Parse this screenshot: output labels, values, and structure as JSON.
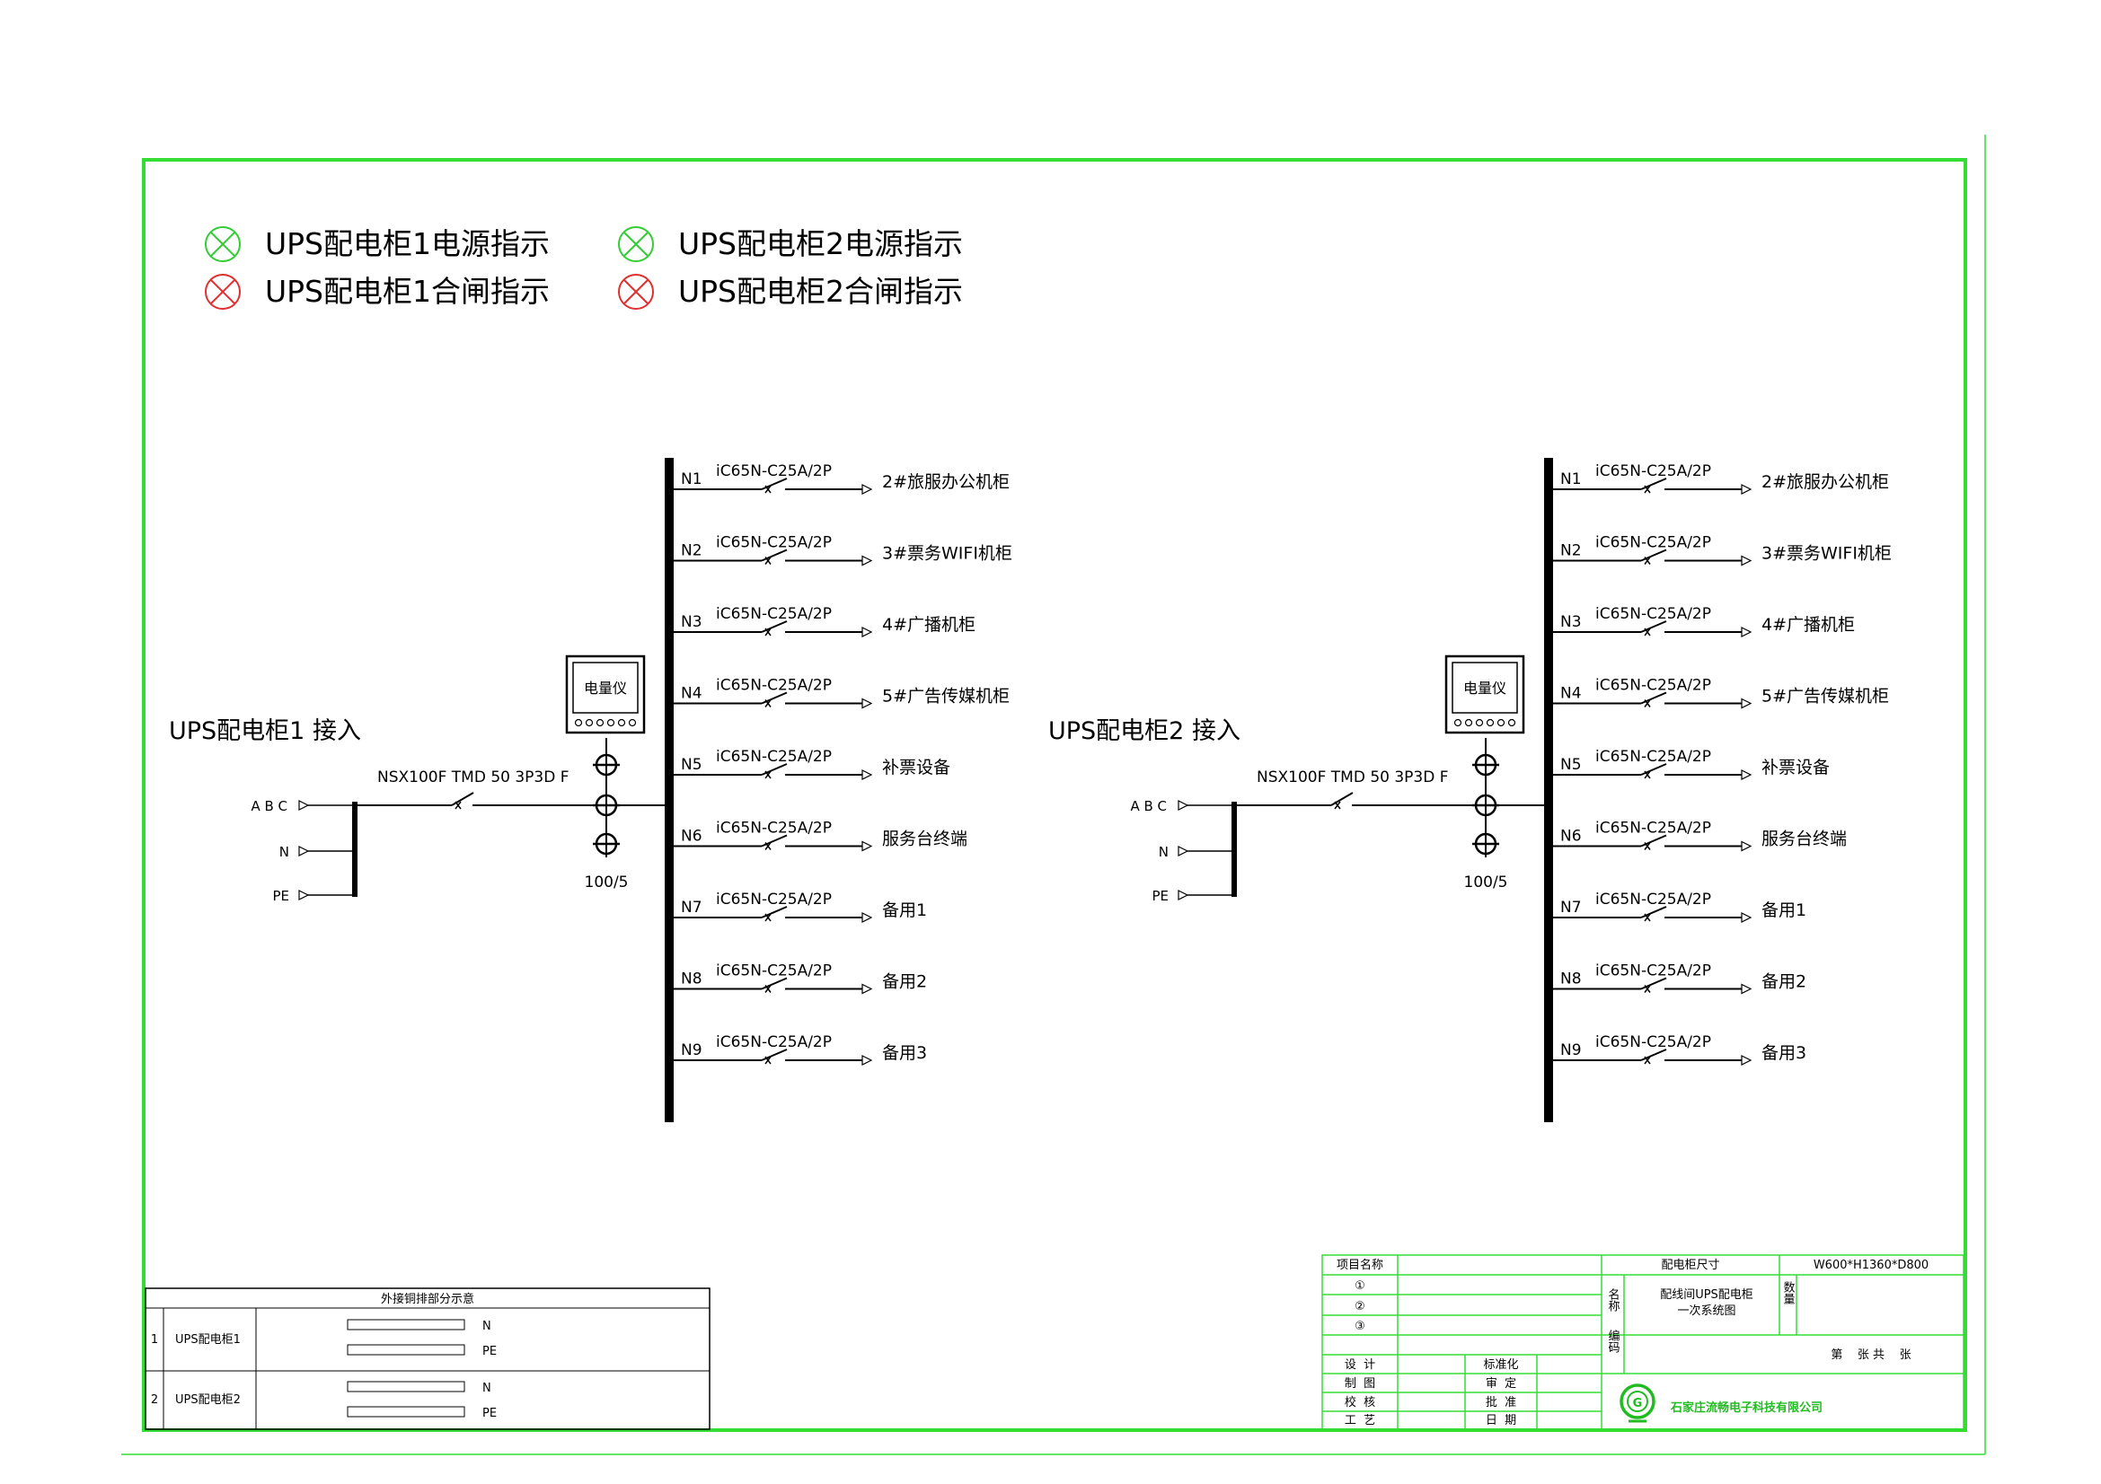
{
  "indicators": [
    {
      "label": "UPS配电柜1电源指示",
      "color": "#33cc33"
    },
    {
      "label": "UPS配电柜1合闸指示",
      "color": "#e03030"
    },
    {
      "label": "UPS配电柜2电源指示",
      "color": "#33cc33"
    },
    {
      "label": "UPS配电柜2合闸指示",
      "color": "#e03030"
    }
  ],
  "cabinets": [
    {
      "title": "UPS配电柜1 接入",
      "main_breaker": "NSX100F TMD 50 3P3D F",
      "meter_label": "电量仪",
      "ct_ratio": "100/5",
      "inputs": [
        "A B C",
        "N",
        "PE"
      ],
      "circuits": [
        {
          "id": "N1",
          "breaker": "iC65N-C25A/2P",
          "load": "2#旅服办公机柜"
        },
        {
          "id": "N2",
          "breaker": "iC65N-C25A/2P",
          "load": "3#票务WIFI机柜"
        },
        {
          "id": "N3",
          "breaker": "iC65N-C25A/2P",
          "load": "4#广播机柜"
        },
        {
          "id": "N4",
          "breaker": "iC65N-C25A/2P",
          "load": "5#广告传媒机柜"
        },
        {
          "id": "N5",
          "breaker": "iC65N-C25A/2P",
          "load": "补票设备"
        },
        {
          "id": "N6",
          "breaker": "iC65N-C25A/2P",
          "load": "服务台终端"
        },
        {
          "id": "N7",
          "breaker": "iC65N-C25A/2P",
          "load": "备用1"
        },
        {
          "id": "N8",
          "breaker": "iC65N-C25A/2P",
          "load": "备用2"
        },
        {
          "id": "N9",
          "breaker": "iC65N-C25A/2P",
          "load": "备用3"
        }
      ]
    },
    {
      "title": "UPS配电柜2 接入",
      "main_breaker": "NSX100F TMD 50 3P3D F",
      "meter_label": "电量仪",
      "ct_ratio": "100/5",
      "inputs": [
        "A B C",
        "N",
        "PE"
      ],
      "circuits": [
        {
          "id": "N1",
          "breaker": "iC65N-C25A/2P",
          "load": "2#旅服办公机柜"
        },
        {
          "id": "N2",
          "breaker": "iC65N-C25A/2P",
          "load": "3#票务WIFI机柜"
        },
        {
          "id": "N3",
          "breaker": "iC65N-C25A/2P",
          "load": "4#广播机柜"
        },
        {
          "id": "N4",
          "breaker": "iC65N-C25A/2P",
          "load": "5#广告传媒机柜"
        },
        {
          "id": "N5",
          "breaker": "iC65N-C25A/2P",
          "load": "补票设备"
        },
        {
          "id": "N6",
          "breaker": "iC65N-C25A/2P",
          "load": "服务台终端"
        },
        {
          "id": "N7",
          "breaker": "iC65N-C25A/2P",
          "load": "备用1"
        },
        {
          "id": "N8",
          "breaker": "iC65N-C25A/2P",
          "load": "备用2"
        },
        {
          "id": "N9",
          "breaker": "iC65N-C25A/2P",
          "load": "备用3"
        }
      ]
    }
  ],
  "busbar_table": {
    "title": "外接铜排部分示意",
    "rows": [
      {
        "num": "1",
        "name": "UPS配电柜1",
        "bars": [
          "N",
          "PE"
        ]
      },
      {
        "num": "2",
        "name": "UPS配电柜2",
        "bars": [
          "N",
          "PE"
        ]
      }
    ]
  },
  "title_block": {
    "project_label": "项目名称",
    "circles": [
      "①",
      "②",
      "③"
    ],
    "size_label": "配电柜尺寸",
    "size_value": "W600*H1360*D800",
    "name_label": "名称",
    "name_value_line1": "配线间UPS配电柜",
    "name_value_line2": "一次系统图",
    "qty_label": "数量",
    "code_label": "编码",
    "sheet_text": "第    张 共    张",
    "roles_left": [
      "设  计",
      "制  图",
      "校  核",
      "工  艺"
    ],
    "roles_right": [
      "标准化",
      "审  定",
      "批  准",
      "日  期"
    ],
    "company": "石家庄流畅电子科技有限公司",
    "logo_letter": "G"
  },
  "colors": {
    "frame": "#33dd33",
    "line": "#000000",
    "company": "#22bb22"
  }
}
